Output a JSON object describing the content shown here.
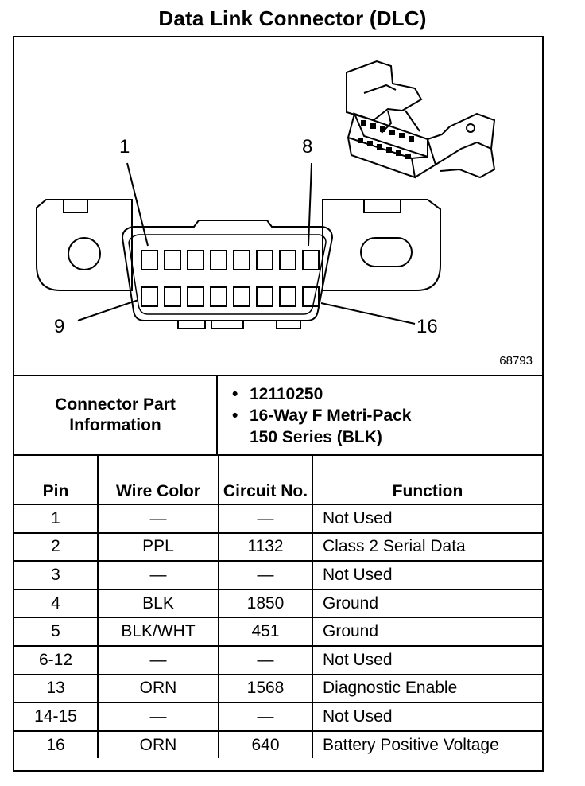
{
  "title": "Data Link Connector (DLC)",
  "figure_number": "68793",
  "pin_labels": {
    "top_left": "1",
    "top_right": "8",
    "bottom_left": "9",
    "bottom_right": "16"
  },
  "connector_info": {
    "label": "Connector Part Information",
    "part_number": "12110250",
    "description_line1": "16-Way F Metri-Pack",
    "description_line2": "150 Series (BLK)"
  },
  "table": {
    "headers": {
      "pin": "Pin",
      "wire_color": "Wire Color",
      "circuit": "Circuit No.",
      "function": "Function"
    },
    "rows": [
      {
        "pin": "1",
        "wire": "—",
        "circuit": "—",
        "function": "Not Used"
      },
      {
        "pin": "2",
        "wire": "PPL",
        "circuit": "1132",
        "function": "Class 2 Serial Data"
      },
      {
        "pin": "3",
        "wire": "—",
        "circuit": "—",
        "function": "Not Used"
      },
      {
        "pin": "4",
        "wire": "BLK",
        "circuit": "1850",
        "function": "Ground"
      },
      {
        "pin": "5",
        "wire": "BLK/WHT",
        "circuit": "451",
        "function": "Ground"
      },
      {
        "pin": "6-12",
        "wire": "—",
        "circuit": "—",
        "function": "Not Used"
      },
      {
        "pin": "13",
        "wire": "ORN",
        "circuit": "1568",
        "function": "Diagnostic Enable"
      },
      {
        "pin": "14-15",
        "wire": "—",
        "circuit": "—",
        "function": "Not Used"
      },
      {
        "pin": "16",
        "wire": "ORN",
        "circuit": "640",
        "function": "Battery Positive Voltage"
      }
    ]
  }
}
